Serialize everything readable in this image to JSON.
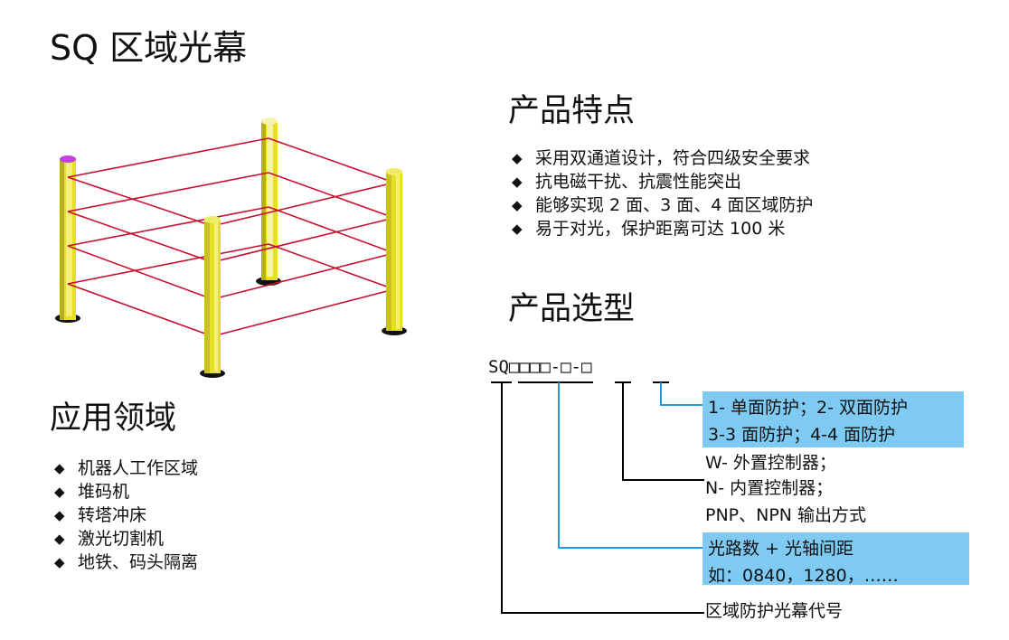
{
  "page_title": "SQ 区域光幕",
  "features": {
    "heading": "产品特点",
    "bullet": "◆",
    "items": [
      "采用双通道设计，符合四级安全要求",
      "抗电磁干扰、抗震性能突出",
      "能够实现 2 面、3 面、4 面区域防护",
      "易于对光，保护距离可达 100 米"
    ]
  },
  "applications": {
    "heading": "应用领域",
    "bullet": "◆",
    "items": [
      "机器人工作区域",
      "堆码机",
      "转塔冲床",
      "激光切割机",
      "地铁、码头隔离"
    ]
  },
  "selection": {
    "heading": "产品选型",
    "code": "SQ□□□□-□-□",
    "options": {
      "sides_line1": "1- 单面防护；2- 双面防护",
      "sides_line2": "3-3 面防护；4-4 面防护",
      "controller_w": "W- 外置控制器；",
      "controller_n": "N- 内置控制器；",
      "output": "PNP、NPN 输出方式",
      "beams_line1": "光路数 + 光轴间距",
      "beams_line2": "如：0840，1280，……",
      "model_code": "区域防护光幕代号"
    }
  },
  "colors": {
    "highlight": "#7ecaf3",
    "connector_blue": "#1f9ae0",
    "connector_black": "#000000",
    "beam": "#c8102e",
    "post": "#e6e023",
    "post_shade": "#b7b015"
  }
}
